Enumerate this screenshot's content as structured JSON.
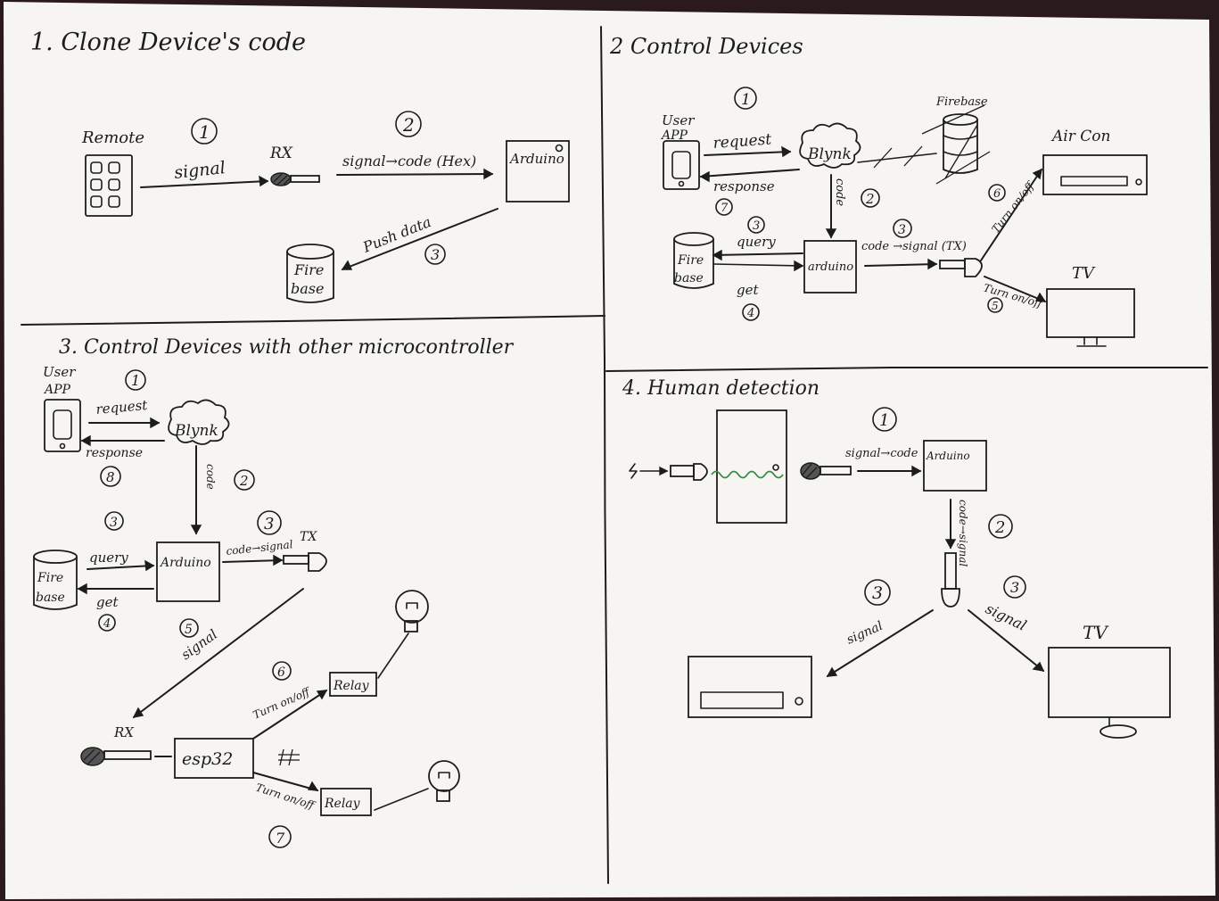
{
  "colors": {
    "paper": "#f6f5f2",
    "ink": "#1c1c1c",
    "wave": "#3a8a4a",
    "background": "#2a1a1c"
  },
  "section1": {
    "title": "1. Clone Device's code",
    "remote": "Remote",
    "step1": "1",
    "signal": "signal",
    "rx": "RX",
    "step2": "2",
    "signal_code": "signal→code (Hex)",
    "arduino": "Arduino",
    "push_data": "Push data",
    "step3": "3",
    "firebase_line1": "Fire",
    "firebase_line2": "base"
  },
  "section2": {
    "title": "2 Control Devices",
    "step1": "1",
    "user": "User",
    "app": "APP",
    "request": "request",
    "blynk": "Blynk",
    "firebase": "Firebase",
    "air_con": "Air Con",
    "response": "response",
    "step7": "7",
    "code": "code",
    "step2": "2",
    "step6": "6",
    "turn_on_off_1": "Turn on/off",
    "step3a": "3",
    "query": "query",
    "step3b": "3",
    "code_signal": "code →signal (TX)",
    "fire": "Fire",
    "base": "base",
    "arduino": "arduino",
    "tv": "TV",
    "get": "get",
    "step4": "4",
    "turn_on_off_2": "Turn on/off",
    "step5": "5"
  },
  "section3": {
    "title": "3. Control Devices with other microcontroller",
    "user": "User",
    "app": "APP",
    "step1": "1",
    "request": "request",
    "blynk": "Blynk",
    "response": "response",
    "step8": "8",
    "code": "code",
    "step2": "2",
    "step3a": "3",
    "step3b": "3",
    "query": "query",
    "arduino": "Arduino",
    "code_signal": "code→signal",
    "tx": "TX",
    "fire": "Fire",
    "base": "base",
    "get": "get",
    "step4": "4",
    "step5": "5",
    "signal": "signal",
    "step6": "6",
    "turn_on_off_1": "Turn on/off",
    "relay1": "Relay",
    "rx": "RX",
    "esp32": "esp32",
    "turn_on_off_2": "Turn on/off",
    "relay2": "Relay",
    "step7": "7"
  },
  "section4": {
    "title": "4. Human detection",
    "step1": "1",
    "signal_code": "signal→code",
    "arduino": "Arduino",
    "code_signal": "code→signal",
    "step2": "2",
    "step3a": "3",
    "step3b": "3",
    "signal_left": "signal",
    "signal_right": "signal",
    "tv": "TV"
  }
}
